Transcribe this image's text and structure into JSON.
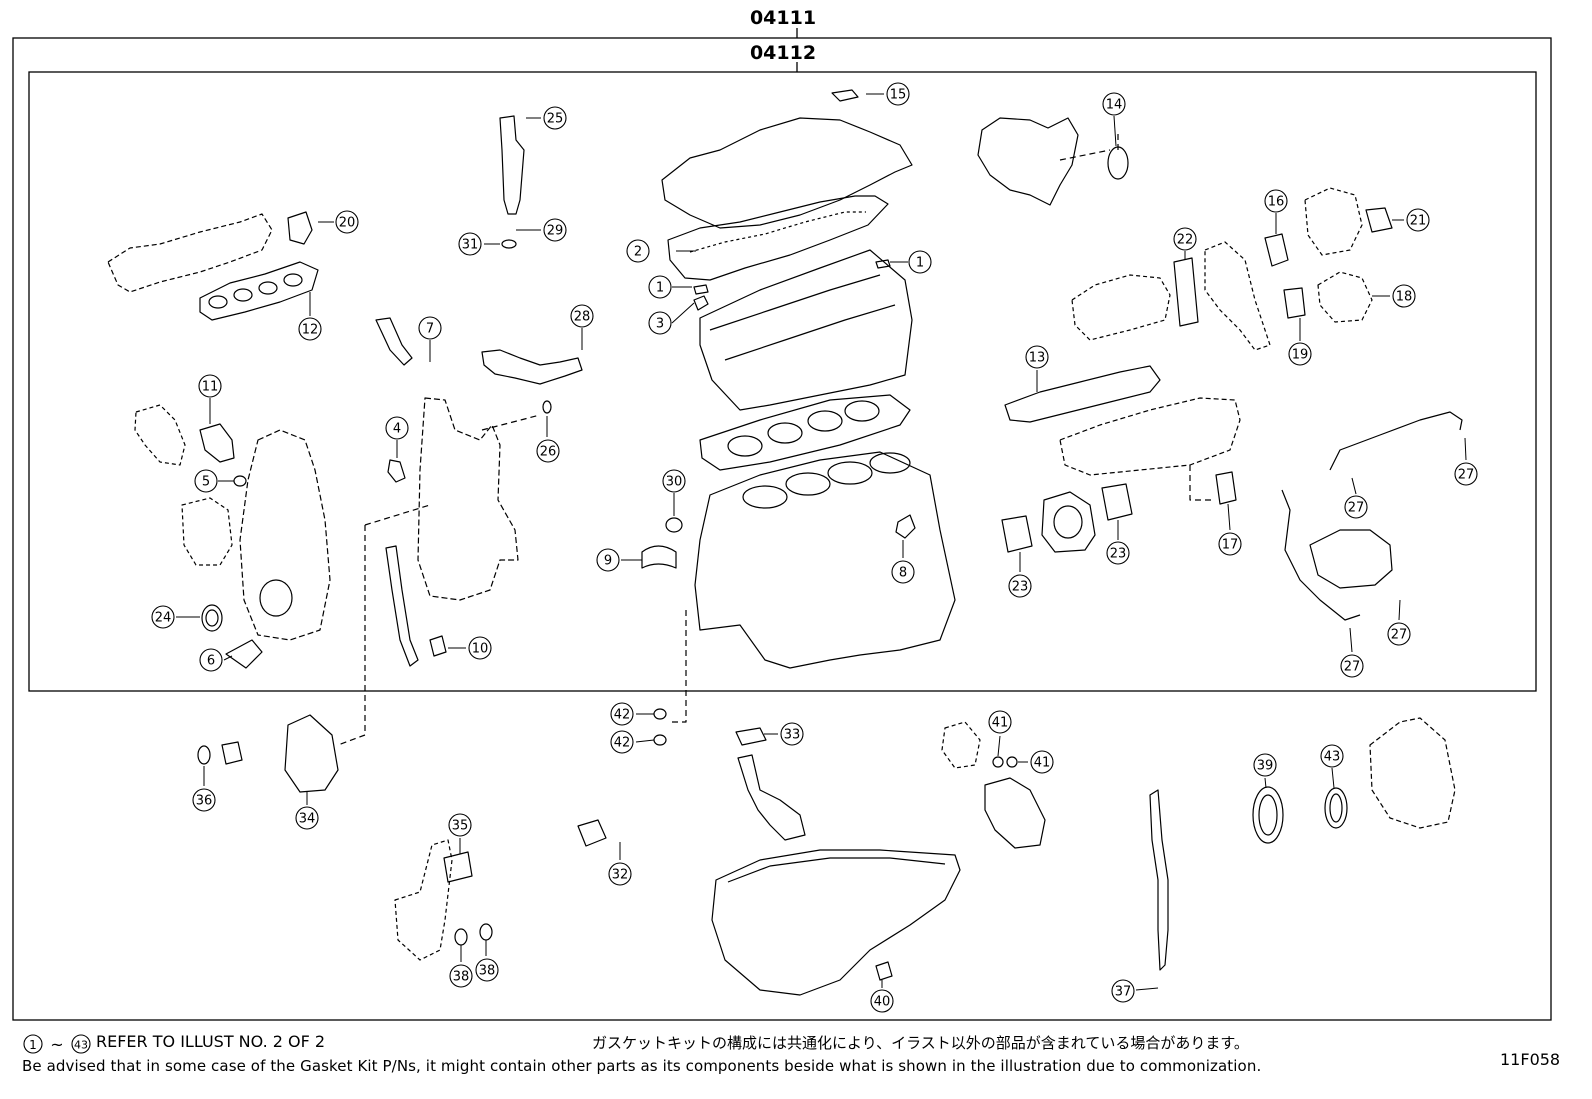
{
  "header": {
    "outer_part": "04111",
    "inner_part": "04112"
  },
  "footer": {
    "ref_prefix_start": "1",
    "ref_prefix_end": "43",
    "ref_text": "REFER TO ILLUST NO. 2 OF 2",
    "japanese_note": "ガスケットキットの構成には共通化により、イラスト以外の部品が含まれている場合があります。",
    "english_note": "Be advised that in some case of the Gasket Kit P/Ns,  it might contain other parts as its components beside what is shown in the illustration due to commonization.",
    "illustration_code": "11F058"
  },
  "callouts": {
    "c1a": "1",
    "c1b": "1",
    "c2": "2",
    "c3": "3",
    "c4": "4",
    "c5": "5",
    "c6": "6",
    "c7": "7",
    "c8": "8",
    "c9": "9",
    "c10": "10",
    "c11": "11",
    "c12": "12",
    "c13": "13",
    "c14": "14",
    "c15": "15",
    "c16": "16",
    "c17": "17",
    "c18": "18",
    "c19": "19",
    "c20": "20",
    "c21": "21",
    "c22": "22",
    "c23a": "23",
    "c23b": "23",
    "c24": "24",
    "c25": "25",
    "c26": "26",
    "c27a": "27",
    "c27b": "27",
    "c27c": "27",
    "c27d": "27",
    "c28": "28",
    "c29": "29",
    "c30": "30",
    "c31": "31",
    "c32": "32",
    "c33": "33",
    "c34": "34",
    "c35": "35",
    "c36": "36",
    "c37": "37",
    "c38a": "38",
    "c38b": "38",
    "c39": "39",
    "c40": "40",
    "c41a": "41",
    "c41b": "41",
    "c42a": "42",
    "c42b": "42",
    "c43": "43"
  }
}
